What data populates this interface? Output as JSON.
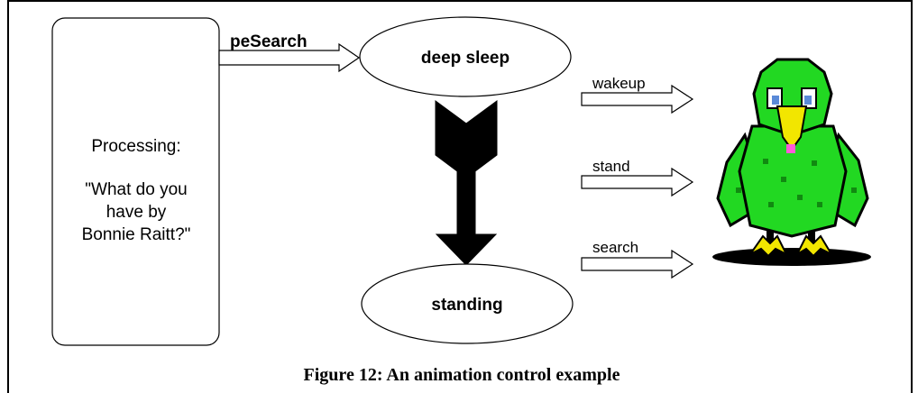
{
  "process_box": {
    "heading": "Processing:",
    "query_lines": [
      "\"What do you",
      "have by",
      "Bonnie Raitt?\""
    ]
  },
  "states": {
    "deep_sleep": "deep sleep",
    "standing": "standing"
  },
  "input_arrow_label": "peSearch",
  "output_arrows": [
    "wakeup",
    "stand",
    "search"
  ],
  "caption": "Figure 12: An animation control example",
  "colors": {
    "bird_green": "#22d822",
    "bird_dark": "#000000",
    "beak_yellow": "#f2e600",
    "feet_yellow": "#f2e600",
    "eye_blue": "#5a8ad8",
    "tongue_pink": "#ff5ad8"
  }
}
